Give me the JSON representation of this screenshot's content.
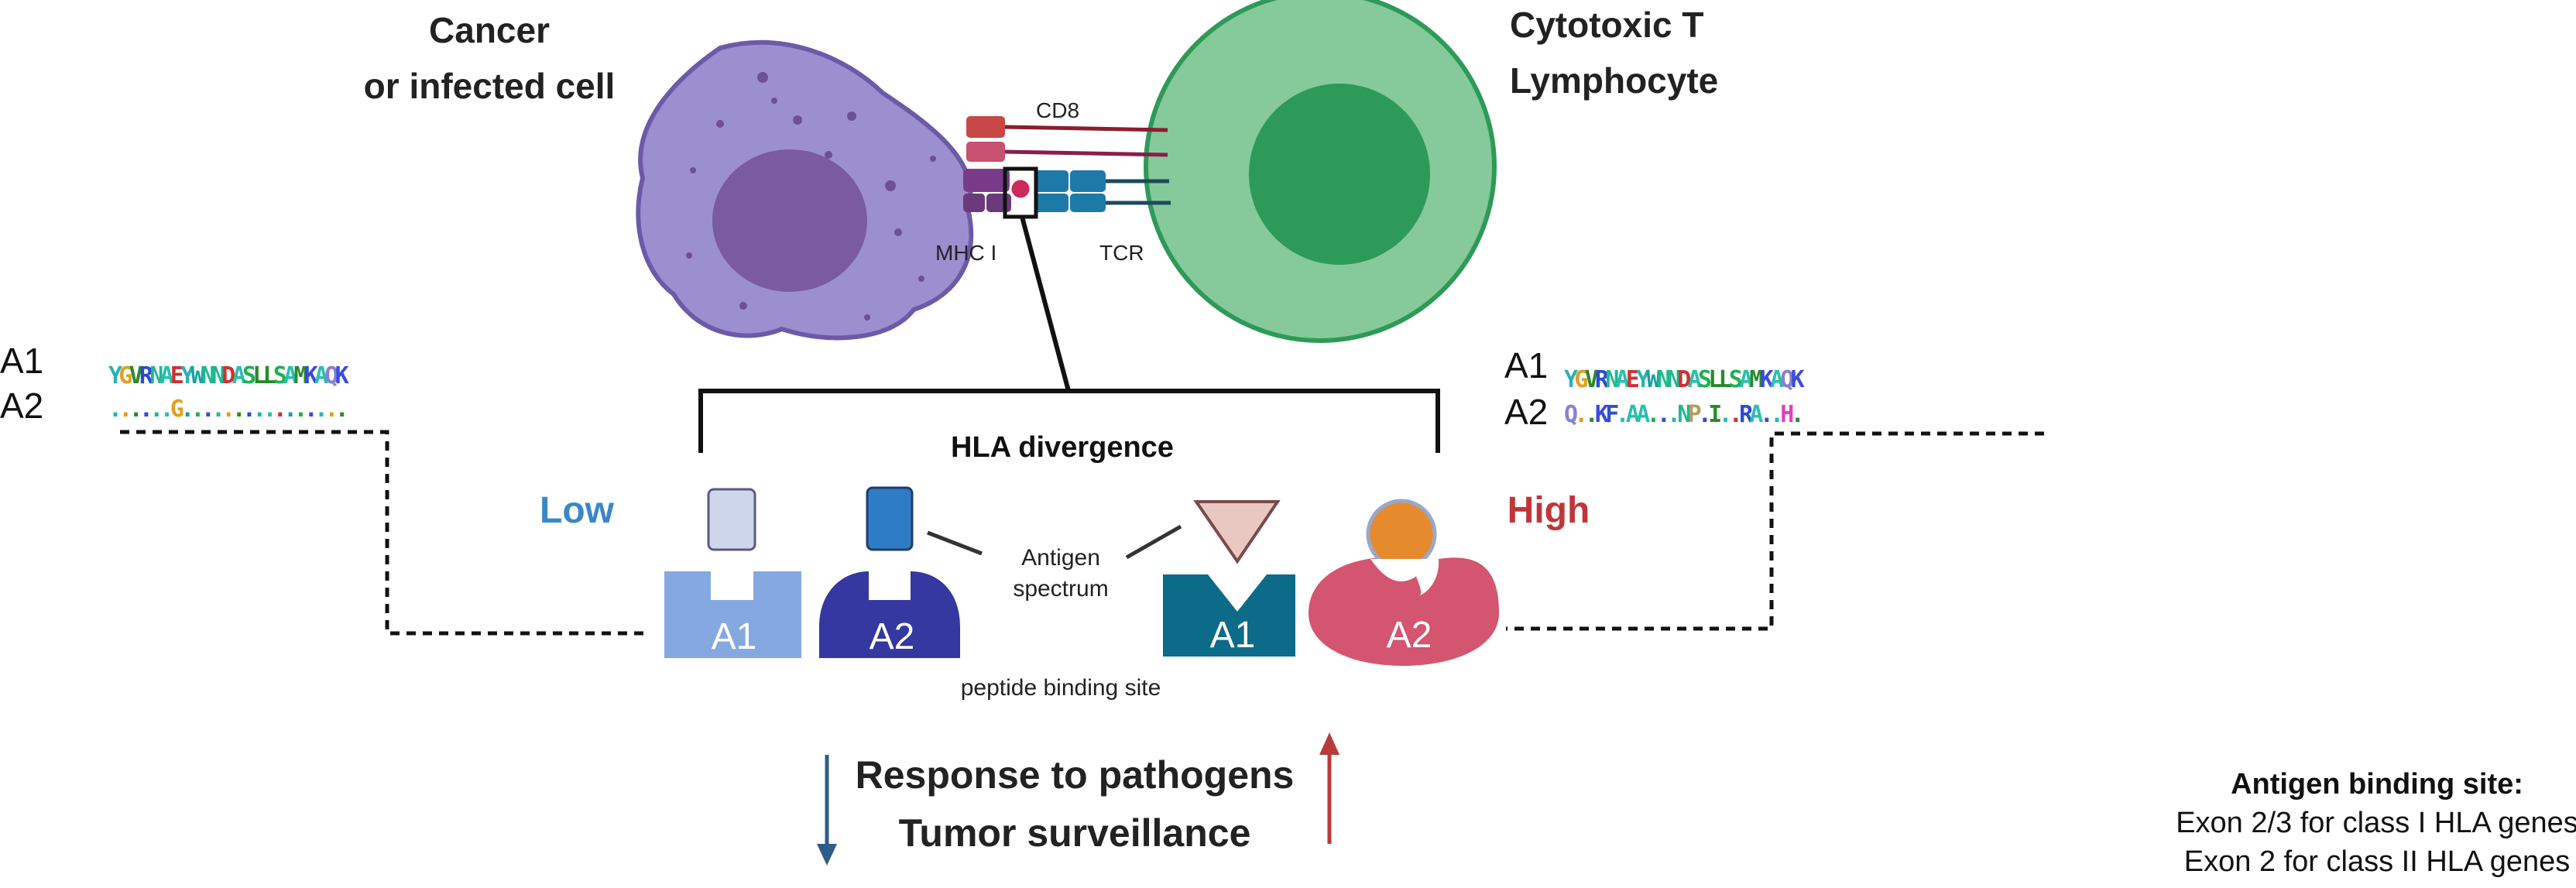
{
  "cells": {
    "cancer_title_line1": "Cancer",
    "cancer_title_line2": "or infected cell",
    "tcell_title_line1": "Cytotoxic T",
    "tcell_title_line2": "Lymphocyte",
    "cd8_label": "CD8",
    "mhc_label": "MHC I",
    "tcr_label": "TCR"
  },
  "divergence": {
    "title": "HLA divergence",
    "low_label": "Low",
    "high_label": "High",
    "antigen_spectrum_line1": "Antigen",
    "antigen_spectrum_line2": "spectrum",
    "peptide_binding_site": "peptide binding site",
    "low_a1": "A1",
    "low_a2": "A2",
    "high_a1": "A1",
    "high_a2": "A2"
  },
  "alignments": {
    "left": {
      "a1_label": "A1",
      "a2_label": "A2",
      "a1_sequence": "YGVRNAEYWNNDASLLSAMKAQK",
      "a2_sequence": "......G................"
    },
    "right": {
      "a1_label": "A1",
      "a2_label": "A2",
      "a1_sequence": "YGVRNAEYWNNDASLLSAMKAQK",
      "a2_sequence": "Q..KF.AA...NP.I..RA..H."
    }
  },
  "outcome": {
    "line1": "Response to  pathogens",
    "line2": "Tumor surveillance"
  },
  "binding_site_note": {
    "title": "Antigen binding site:",
    "line1": "Exon 2/3 for class I HLA genes",
    "line2": "Exon 2 for class II HLA genes"
  },
  "colors": {
    "low_blue": "#3a87c8",
    "high_red": "#c0353a",
    "cancer_cell": "#9b8fd0",
    "cancer_nucleus": "#7a5aa0",
    "tcell_outer": "#86c99a",
    "tcell_nucleus": "#2d9a5a",
    "low_a1": "#85a8e0",
    "low_a2": "#3438a0",
    "high_a1": "#0d6b8a",
    "high_a2": "#d45570",
    "arrow_down": "#2e5d8a",
    "arrow_up": "#b83a3a"
  }
}
